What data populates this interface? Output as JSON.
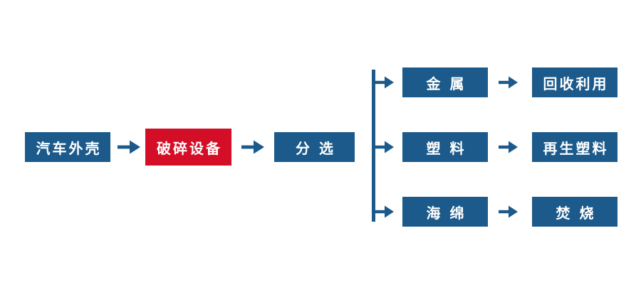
{
  "colors": {
    "blue": "#1b5a8a",
    "red": "#d40e26",
    "label_text": "#ffffff",
    "background": "#ffffff"
  },
  "diagram": {
    "type": "flowchart",
    "main_flow": {
      "source": "汽车外壳",
      "crusher": "破碎设备",
      "sorting": "分选"
    },
    "branches": [
      {
        "material": "金属",
        "outcome": "回收利用"
      },
      {
        "material": "塑料",
        "outcome": "再生塑料"
      },
      {
        "material": "海绵",
        "outcome": "焚烧"
      }
    ]
  }
}
